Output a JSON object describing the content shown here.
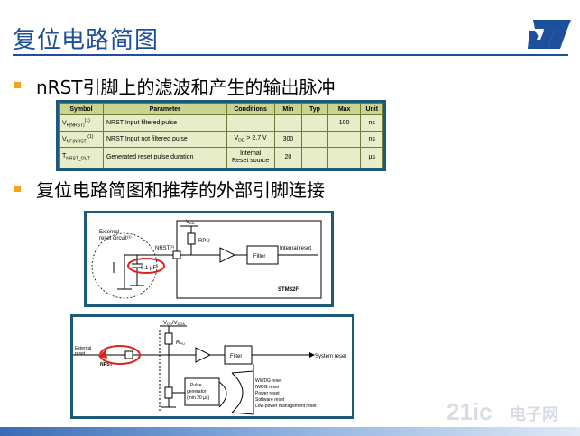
{
  "slide": {
    "title": "复位电路简图",
    "bullets": [
      {
        "text_prefix": "nRST",
        "text_rest": "引脚上的滤波和产生的输出脉冲"
      },
      {
        "text": "复位电路简图和推荐的外部引脚连接"
      }
    ]
  },
  "table": {
    "headers": [
      "Symbol",
      "Parameter",
      "Conditions",
      "Min",
      "Typ",
      "Max",
      "Unit"
    ],
    "rows": [
      {
        "symbol_main": "V",
        "symbol_sub": "F(NRST)",
        "symbol_sup": "(1)",
        "parameter": "NRST Input filtered pulse",
        "conditions": "",
        "min": "",
        "typ": "",
        "max": "100",
        "unit": "ns"
      },
      {
        "symbol_main": "V",
        "symbol_sub": "NF(NRST)",
        "symbol_sup": "(1)",
        "parameter": "NRST Input not filtered pulse",
        "conditions": "V_DD > 2.7 V",
        "cond_main": "V",
        "cond_sub": "DD",
        "cond_rest": " > 2.7 V",
        "min": "300",
        "typ": "",
        "max": "",
        "unit": "ns"
      },
      {
        "symbol_main": "T",
        "symbol_sub": "NRST_OUT",
        "symbol_sup": "",
        "parameter": "Generated reset pulse duration",
        "conditions_line1": "Internal",
        "conditions_line2": "Reset source",
        "min": "20",
        "typ": "",
        "max": "",
        "unit": "µs"
      }
    ]
  },
  "diagram1": {
    "external_label_1": "External",
    "external_label_2": "reset circuit",
    "external_sup": "(1)",
    "nrst_label": "NRST",
    "nrst_sup": "(2)",
    "vdd_label": "V",
    "vdd_sub": "DD",
    "rpu_label": "RPU",
    "filter_label": "Filter",
    "internal_reset_label": "Internal reset",
    "cap_label": "0.1 µF",
    "chip_label": "STM32F"
  },
  "diagram2": {
    "vdd_label": "V",
    "vdd_sub": "DD",
    "vdda_label": "/V",
    "vdda_sub": "DDA",
    "rpu_label": "R",
    "rpu_sub": "PU",
    "filter_label": "Filter",
    "system_reset_label": "System reset",
    "external_label_1": "External",
    "external_label_2": "reset",
    "nrst_label": "NRST",
    "pulse_gen_1": "Pulse",
    "pulse_gen_2": "generator",
    "pulse_gen_3": "(min 20 µs)",
    "sources": [
      "WWDG reset",
      "IWDG reset",
      "Power reset",
      "Software reset",
      "Low-power management reset"
    ]
  },
  "watermark": {
    "text_1": "21ic",
    "text_2": "电子网"
  },
  "colors": {
    "title": "#1d4f9a",
    "bullet": "#f5a21b",
    "table_border": "#1d5a7a",
    "annotation_red": "#e0211c"
  }
}
